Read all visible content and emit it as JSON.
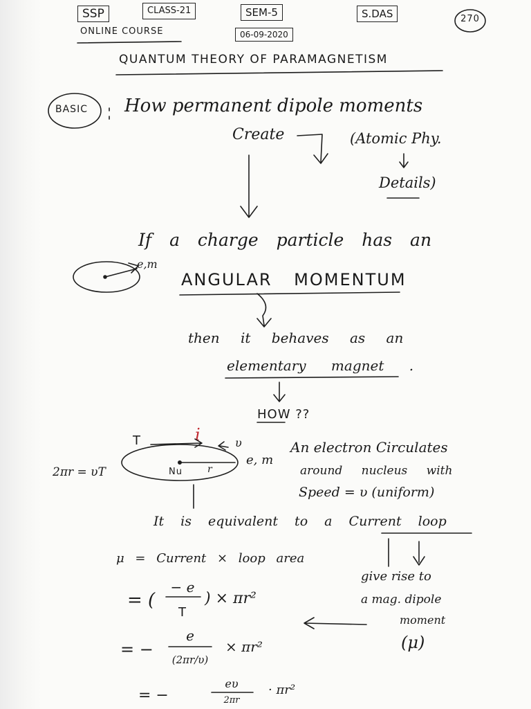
{
  "header": {
    "course_code": "SSP",
    "class_no": "CLASS-21",
    "semester": "SEM-5",
    "author": "S.DAS",
    "page_no": "270",
    "course_type": "ONLINE  COURSE",
    "date": "06-09-2020"
  },
  "title": "QUANTUM THEORY OF PARAMAGNETISM",
  "basic": {
    "tag": "BASIC",
    "question_line1": "How permanent dipole moments",
    "question_line2": "Create",
    "aside_line1": "(Atomic Phy.",
    "aside_line2": "Details)"
  },
  "angular": {
    "line1": "If a charge particle has an",
    "em_label": "e,m",
    "line2": "ANGULAR MOMENTUM",
    "line3": "then it behaves as an",
    "line4": "elementary magnet .",
    "how": "HOW ??"
  },
  "orbit": {
    "T_label": "T",
    "i_label": "i",
    "v_label": "υ",
    "em_label": "e, m",
    "nucleus_label": "Nu",
    "r_label": "r",
    "period_eq": "2πr = υT",
    "desc_line1": "An electron Circulates",
    "desc_line2": "around nucleus with",
    "desc_line3": "Speed = υ (uniform)"
  },
  "equivalence": {
    "line1": "It is equivalent to a Current loop",
    "mu_def": "μ = Current × loop area",
    "side_line1": "give rise to",
    "side_line2": "a mag. dipole",
    "side_line3": "moment",
    "side_line4": "(μ)"
  },
  "equations": {
    "eq1_lead": "= (",
    "eq1_num": "− e",
    "eq1_den": "T",
    "eq1_tail": ") × πr²",
    "eq2_lead": "= −",
    "eq2_num": "e",
    "eq2_den": "(2πr/υ)",
    "eq2_tail": "× πr²",
    "eq3_lead": "= −",
    "eq3_num": "eυ",
    "eq3_den": "2πr",
    "eq3_tail": "· πr²"
  }
}
